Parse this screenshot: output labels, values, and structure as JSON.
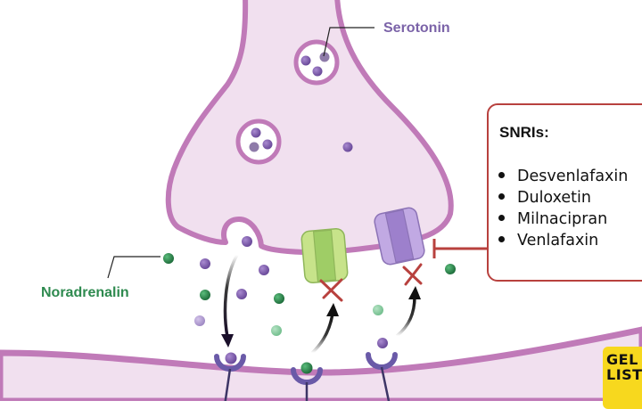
{
  "labels": {
    "serotonin": "Serotonin",
    "noradrenalin": "Noradrenalin"
  },
  "snri_box": {
    "title": "SNRIs:",
    "drugs": [
      "Desvenlafaxin",
      "Duloxetin",
      "Milnacipran",
      "Venlafaxin"
    ]
  },
  "logo": {
    "line1": "GEL",
    "line2": "LIST"
  },
  "colors": {
    "membrane": "#c07ab8",
    "cytoplasm": "#f1e0ef",
    "serotonin": "#7b5ba8",
    "serotonin_light": "#a48fc6",
    "noradrenalin": "#2e8a4f",
    "noradrenalin_light": "#7fc79a",
    "inhibition": "#b8413e",
    "receptor": "#6a5aa8",
    "transporter_green": "#c7e38a",
    "transporter_purple": "#b49ad8",
    "logo_yellow": "#f7d81e"
  }
}
